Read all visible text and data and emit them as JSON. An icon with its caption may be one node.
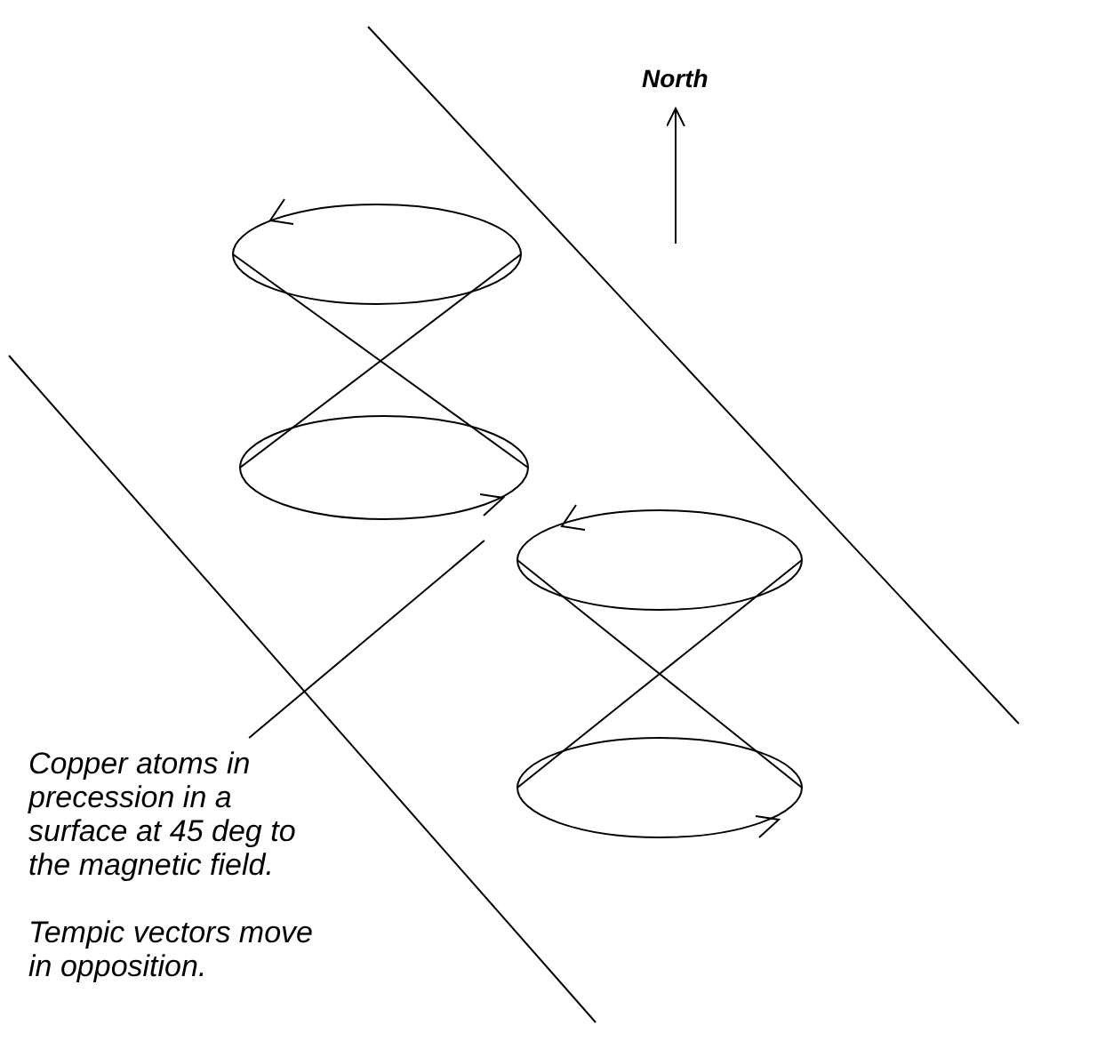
{
  "diagram": {
    "nodes": [
      {
        "text": [],
        "shape": "picture"
      },
      {
        "text": [],
        "shape": "picture"
      },
      {
        "text": [
          "Copper atoms in precession in a surface at 45 deg to the magnetic field.",
          "Tempic vectors move in opposition."
        ]
      }
    ],
    "edges": [
      {
        "from": 2,
        "to": 0,
        "arrow": "none"
      }
    ],
    "labels": [
      "North"
    ]
  }
}
